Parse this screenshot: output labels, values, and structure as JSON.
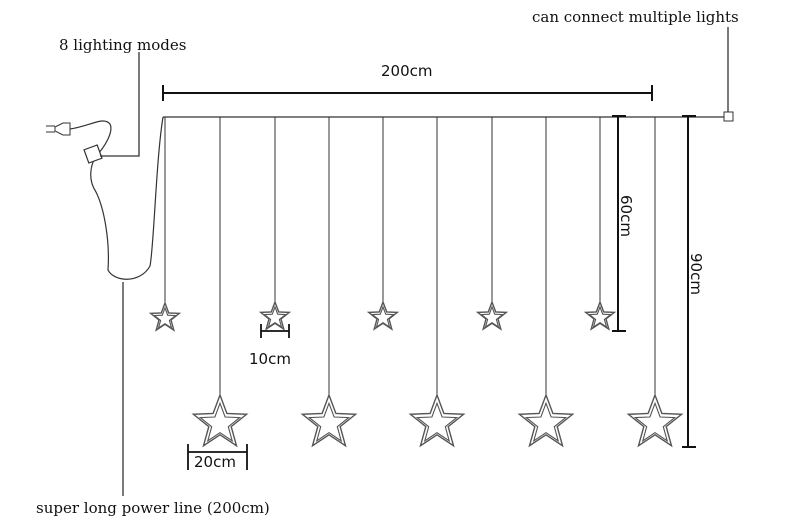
{
  "labels": {
    "modes": "8 lighting modes",
    "connect": "can connect multiple lights",
    "power": "super long power line  (200cm)",
    "width": "200cm",
    "short_drop": "60cm",
    "long_drop": "90cm",
    "small_star": "10cm",
    "big_star": "20cm"
  },
  "colors": {
    "line": "#333333",
    "star": "#555555"
  }
}
